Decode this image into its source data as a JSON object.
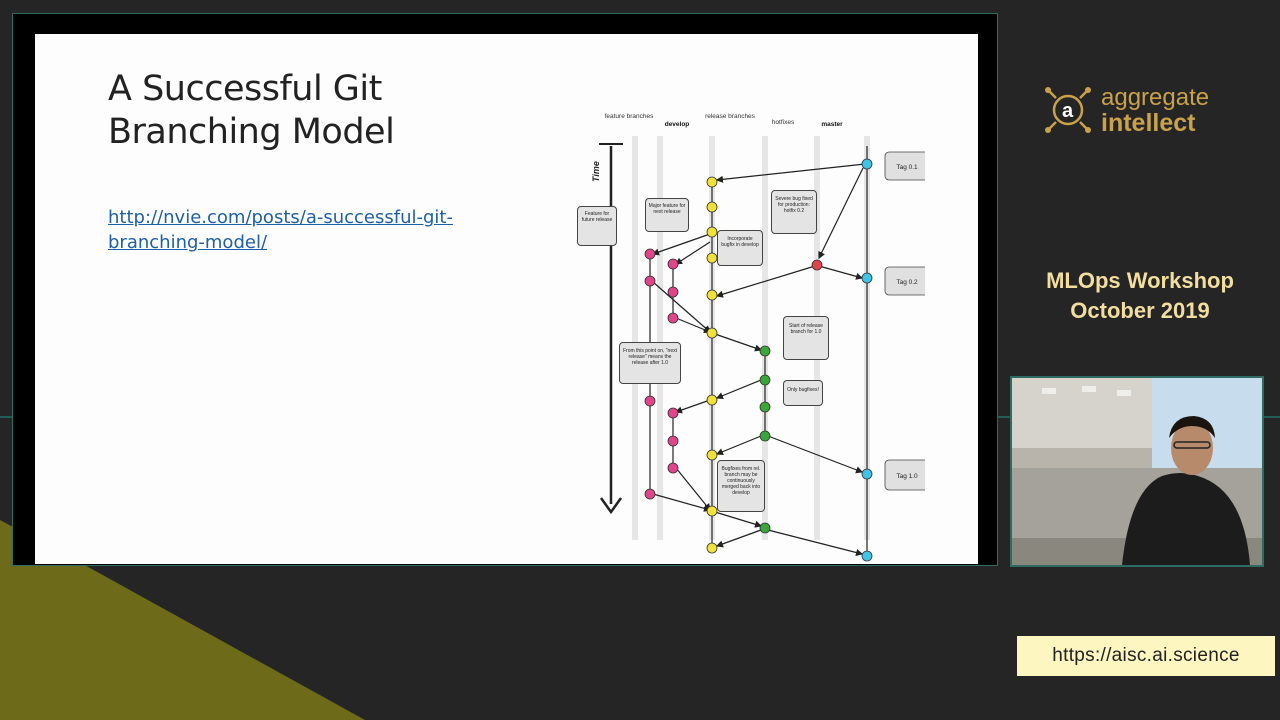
{
  "slide": {
    "title_line1": "A Successful Git",
    "title_line2": "Branching Model",
    "link_line1": "http://nvie.com/posts/a-successful-git-",
    "link_line2": "branching-model/"
  },
  "diagram": {
    "time_label": "Time",
    "columns": [
      "feature branches",
      "develop",
      "release branches",
      "hotfixes",
      "master"
    ],
    "callouts": [
      "Feature for future release",
      "Major feature for next release",
      "Incorporate bugfix in develop",
      "Severe bug fixed for production: hotfix 0.2",
      "Start of release branch for 1.0",
      "From this point on, \"next release\" means the release after 1.0",
      "Only bugfixes!",
      "Bugfixes from rel. branch may be continuously merged back into develop"
    ],
    "tags": [
      "Tag 0.1",
      "Tag 0.2",
      "Tag 1.0"
    ]
  },
  "brand": {
    "line1": "aggregate",
    "line2": "intellect"
  },
  "event": {
    "line1": "MLOps Workshop",
    "line2": "October 2019"
  },
  "footer": {
    "url": "https://aisc.ai.science"
  },
  "colors": {
    "background": "#252525",
    "olive_accent": "#6d6b19",
    "teal_frame": "#2e6b62",
    "feature": "#e0458a",
    "develop": "#f2e13a",
    "release": "#3aa63a",
    "hotfix": "#e0454a",
    "master": "#3fc3e6",
    "brand_gold": "#c9a24a",
    "url_box": "#fdf6c0"
  }
}
